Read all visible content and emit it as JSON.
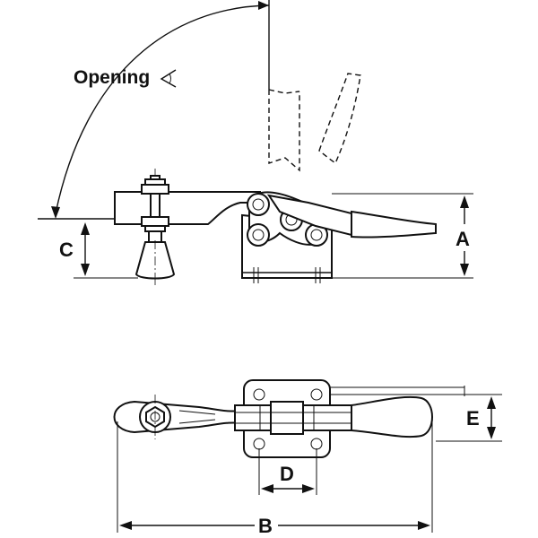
{
  "labels": {
    "opening": "Opening",
    "a": "A",
    "b": "B",
    "c": "C",
    "d": "D",
    "e": "E"
  }
}
